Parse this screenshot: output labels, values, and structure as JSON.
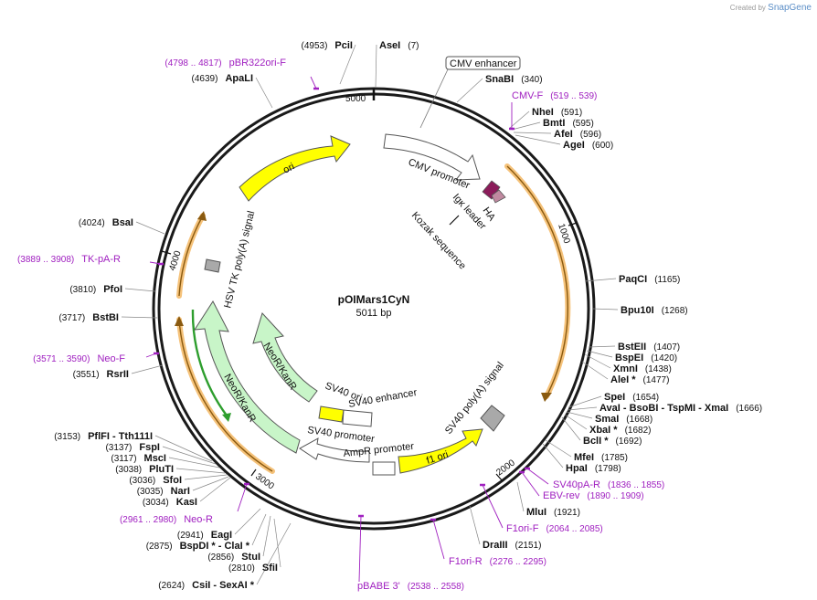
{
  "credit": {
    "prefix": "Created by",
    "brand": "SnapGene"
  },
  "plasmid": {
    "name": "pOIMars1CyN",
    "length": 5011,
    "length_label": "5011 bp"
  },
  "ticks": [
    {
      "label": "1000",
      "pos": 1000
    },
    {
      "label": "2000",
      "pos": 2000
    },
    {
      "label": "3000",
      "pos": 3000
    },
    {
      "label": "4000",
      "pos": 4000
    },
    {
      "label": "5000",
      "pos": 5000
    }
  ],
  "sites": [
    {
      "text": "PciI",
      "pos": 4953,
      "pos_label": "(4953)"
    },
    {
      "text": "AseI",
      "pos": 7,
      "pos_label": "(7)"
    },
    {
      "text": "SnaBI",
      "pos": 340,
      "pos_label": "(340)"
    },
    {
      "text": "NheI",
      "pos": 591,
      "pos_label": "(591)"
    },
    {
      "text": "BmtI",
      "pos": 595,
      "pos_label": "(595)"
    },
    {
      "text": "AfeI",
      "pos": 596,
      "pos_label": "(596)"
    },
    {
      "text": "AgeI",
      "pos": 600,
      "pos_label": "(600)"
    },
    {
      "text": "PaqCI",
      "pos": 1165,
      "pos_label": "(1165)"
    },
    {
      "text": "Bpu10I",
      "pos": 1268,
      "pos_label": "(1268)"
    },
    {
      "text": "BstEII",
      "pos": 1407,
      "pos_label": "(1407)"
    },
    {
      "text": "BspEI",
      "pos": 1420,
      "pos_label": "(1420)"
    },
    {
      "text": "XmnI",
      "pos": 1438,
      "pos_label": "(1438)"
    },
    {
      "text": "AleI *",
      "pos": 1477,
      "pos_label": "(1477)"
    },
    {
      "text": "SpeI",
      "pos": 1654,
      "pos_label": "(1654)"
    },
    {
      "text": "AvaI  - BsoBI  - TspMI  - XmaI",
      "pos": 1666,
      "pos_label": "(1666)"
    },
    {
      "text": "SmaI",
      "pos": 1668,
      "pos_label": "(1668)"
    },
    {
      "text": "XbaI *",
      "pos": 1682,
      "pos_label": "(1682)"
    },
    {
      "text": "BclI *",
      "pos": 1692,
      "pos_label": "(1692)"
    },
    {
      "text": "MfeI",
      "pos": 1785,
      "pos_label": "(1785)"
    },
    {
      "text": "HpaI",
      "pos": 1798,
      "pos_label": "(1798)"
    },
    {
      "text": "MluI",
      "pos": 1921,
      "pos_label": "(1921)"
    },
    {
      "text": "DraIII",
      "pos": 2151,
      "pos_label": "(2151)"
    },
    {
      "text": "CsiI  - SexAI *",
      "pos": 2624,
      "pos_label": "(2624)"
    },
    {
      "text": "SfiI",
      "pos": 2810,
      "pos_label": "(2810)"
    },
    {
      "text": "StuI",
      "pos": 2856,
      "pos_label": "(2856)"
    },
    {
      "text": "BspDI *  - ClaI *",
      "pos": 2875,
      "pos_label": "(2875)"
    },
    {
      "text": "EagI",
      "pos": 2941,
      "pos_label": "(2941)"
    },
    {
      "text": "KasI",
      "pos": 3034,
      "pos_label": "(3034)"
    },
    {
      "text": "NarI",
      "pos": 3035,
      "pos_label": "(3035)"
    },
    {
      "text": "SfoI",
      "pos": 3036,
      "pos_label": "(3036)"
    },
    {
      "text": "PluTI",
      "pos": 3038,
      "pos_label": "(3038)"
    },
    {
      "text": "MscI",
      "pos": 3117,
      "pos_label": "(3117)"
    },
    {
      "text": "FspI",
      "pos": 3137,
      "pos_label": "(3137)"
    },
    {
      "text": "PflFI  - Tth111I",
      "pos": 3153,
      "pos_label": "(3153)"
    },
    {
      "text": "RsrII",
      "pos": 3551,
      "pos_label": "(3551)"
    },
    {
      "text": "BstBI",
      "pos": 3717,
      "pos_label": "(3717)"
    },
    {
      "text": "PfoI",
      "pos": 3810,
      "pos_label": "(3810)"
    },
    {
      "text": "BsaI",
      "pos": 4024,
      "pos_label": "(4024)"
    },
    {
      "text": "ApaLI",
      "pos": 4639,
      "pos_label": "(4639)"
    }
  ],
  "primers": [
    {
      "text": "pBR322ori-F",
      "range_label": "(4798 .. 4817)",
      "start": 4798,
      "end": 4817
    },
    {
      "text": "CMV-F",
      "range_label": "(519 .. 539)",
      "start": 519,
      "end": 539
    },
    {
      "text": "SV40pA-R",
      "range_label": "(1836 .. 1855)",
      "start": 1836,
      "end": 1855
    },
    {
      "text": "EBV-rev",
      "range_label": "(1890 .. 1909)",
      "start": 1890,
      "end": 1909
    },
    {
      "text": "F1ori-F",
      "range_label": "(2064 .. 2085)",
      "start": 2064,
      "end": 2085
    },
    {
      "text": "F1ori-R",
      "range_label": "(2276 .. 2295)",
      "start": 2276,
      "end": 2295
    },
    {
      "text": "pBABE 3'",
      "range_label": "(2538 .. 2558)",
      "start": 2538,
      "end": 2558
    },
    {
      "text": "Neo-R",
      "range_label": "(2961 .. 2980)",
      "start": 2961,
      "end": 2980
    },
    {
      "text": "Neo-F",
      "range_label": "(3571 .. 3590)",
      "start": 3571,
      "end": 3590
    },
    {
      "text": "TK-pA-R",
      "range_label": "(3889 .. 3908)",
      "start": 3889,
      "end": 3908
    }
  ],
  "features": [
    {
      "text": "CMV enhancer",
      "boxed": true
    },
    {
      "text": "CMV promoter"
    },
    {
      "text": "HA"
    },
    {
      "text": "Igκ leader"
    },
    {
      "text": "Kozak sequence"
    },
    {
      "text": "SV40 poly(A) signal"
    },
    {
      "text": "f1 ori"
    },
    {
      "text": "AmpR promoter"
    },
    {
      "text": "SV40 promoter"
    },
    {
      "text": "SV40 enhancer"
    },
    {
      "text": "SV40 ori"
    },
    {
      "text": "NeoR/KanR"
    },
    {
      "text": "NeoR/KanR"
    },
    {
      "text": "HSV TK poly(A) signal"
    },
    {
      "text": "ori"
    }
  ],
  "colors": {
    "backbone": "#1a1a1a",
    "primer": "#a020c0",
    "ori": "#ffff00",
    "neo": "#c8f5c8",
    "neo_stroke": "#2e9e2e",
    "orf": "#f5a623",
    "promoter": "#ffffff",
    "polyA": "#a9a9a9",
    "ha": "#8b1c5a",
    "igk": "#c08aa0"
  }
}
